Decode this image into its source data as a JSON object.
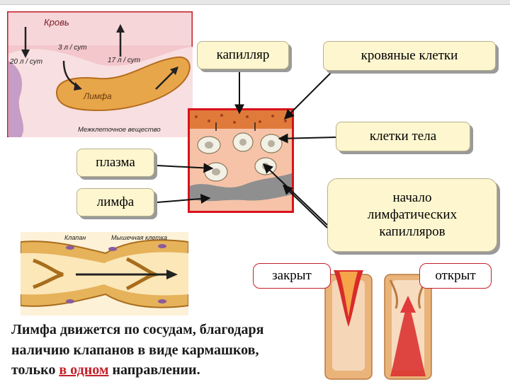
{
  "labels": {
    "capillary": "капилляр",
    "blood_cells": "кровяные клетки",
    "body_cells": "клетки тела",
    "plasma": "плазма",
    "lymph": "лимфа",
    "lymph_capillaries_line1": "начало",
    "lymph_capillaries_line2": "лимфатических",
    "lymph_capillaries_line3": "капилляров",
    "closed": "закрыт",
    "open": "открыт"
  },
  "illustration_blood_lymph": {
    "blood": "Кровь",
    "rate_in": "20 л / сут",
    "rate_lymph": "3 л / сут",
    "rate_out": "17 л / сут",
    "lymph": "Лимфа",
    "interstitial": "Межклеточное вещество"
  },
  "illustration_valves": {
    "valves": "Клапан",
    "muscle_cell": "Мышечная клетка"
  },
  "caption": {
    "line1": "Лимфа движется по сосудам, благодаря",
    "line2": "наличию клапанов в виде кармашков,",
    "line3_pre": "только ",
    "line3_highlight": "в одном",
    "line3_post": " направлении."
  },
  "colors": {
    "accent_red": "#c4202a",
    "label_fill": "#fdf6cf",
    "lymph_orange": "#e8a64a",
    "blood_pink": "#f2c4c9"
  }
}
